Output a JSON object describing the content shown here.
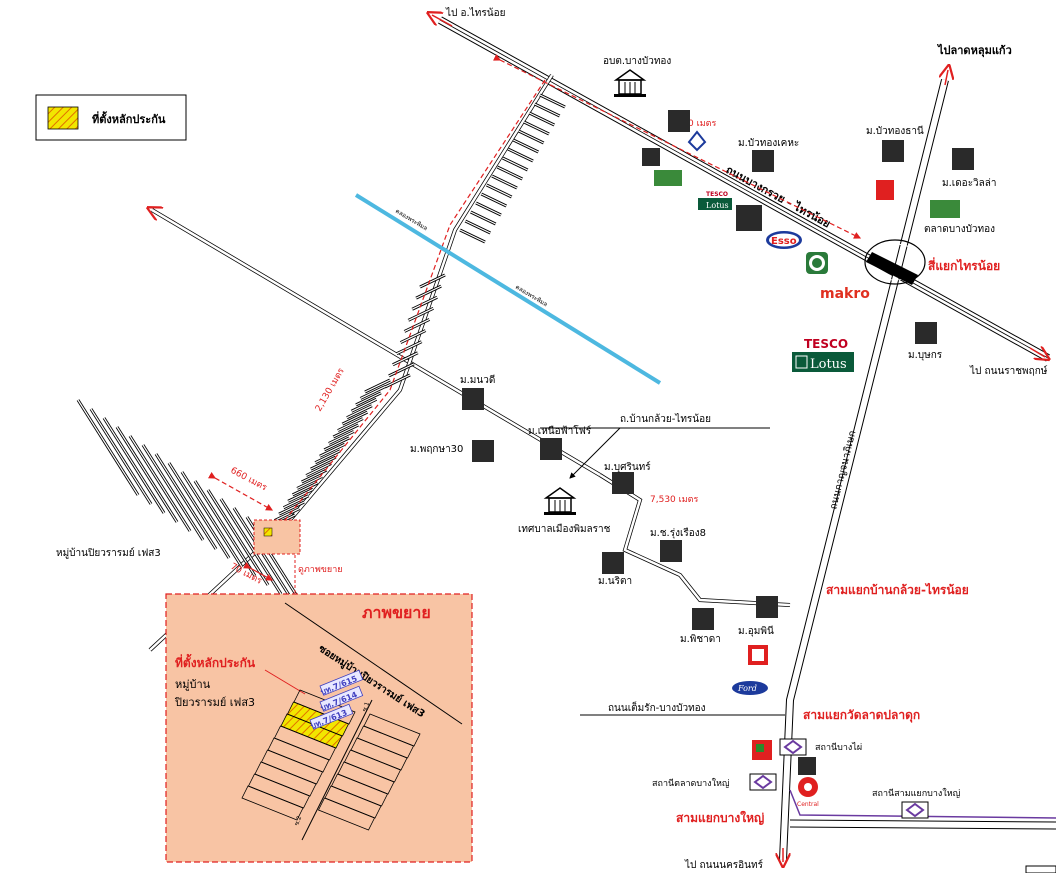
{
  "legend": {
    "label": "ที่ตั้งหลักประกัน"
  },
  "directions": {
    "to_sainoi": "ไป อ.ไทรน้อย",
    "to_lat_lum_kaeo": "ไปลาดหลุมแก้ว",
    "to_ratchaphruek": "ไป ถนนราชพฤกษ์",
    "to_nakhon_in": "ไป ถนนนครอินทร์"
  },
  "roads": {
    "bang_kruai_sai_noi": "ถนนบางกรวย - ไทรน้อย",
    "kanchanaphisek": "ถนนกาญจนาภิเษก",
    "bang_kluai_sai_noi_road": "ถ.บ้านกล้วย-ไทรน้อย",
    "tem_rak_bang_bua_thong": "ถนนเต็มรัก-บางบัวทอง",
    "canal_1": "คลองพระพิมล",
    "canal_2": "คลองพระพิมล",
    "soi_piyawarom": "ซอยหมู่บ้านปิยวรารมย์ เฟส3"
  },
  "intersections": {
    "sainoi": "สี่แยกไทรน้อย",
    "ban_kluai": "สามแยกบ้านกล้วย-ไทรน้อย",
    "wat_lat_pla_duk": "สามแยกวัดลาดปลาดุก",
    "bang_yai": "สามแยกบางใหญ่"
  },
  "distances": {
    "d6920": "6,920 เมตร",
    "d7530": "7,530 เมตร",
    "d2130": "2,130 เมตร",
    "d660": "660 เมตร",
    "d70": "70 เมตร"
  },
  "places": {
    "obt": "อบต.บางบัวทอง",
    "bua_thong_kheha": "ม.บัวทองเคหะ",
    "bua_thong_thani": "ม.บัวทองธานี",
    "the_villa": "ม.เดอะวิลล่า",
    "talat_bang_bua_thong": "ตลาดบางบัวทอง",
    "buthorn": "ม.บุษกร",
    "mannawadee": "ม.มนวดี",
    "nuea_fah": "ม.เหนือฟ้าโฟร์",
    "phruksa": "ม.พฤกษา30",
    "burin": "ม.บุศรินทร์",
    "municipality": "เทศบาลเมืองพิมลราช",
    "rung_rueang": "ม.ช.รุ่งเรือง8",
    "narita": "ม.นริตา",
    "phichada": "ม.พิชาดา",
    "umphini": "ม.อุมพินี",
    "piyawarom": "หมู่บ้านปิยวรารมย์ เฟส3",
    "station_bang_phai": "สถานีบางไผ่",
    "station_talat_bang_yai": "สถานีตลาดบางใหญ่",
    "station_sam_yaek_bang_yai": "สถานีสามแยกบางใหญ่"
  },
  "brands": {
    "tesco_small_top": "TESCO",
    "lotus_small": "Lotus",
    "esso": "Esso",
    "makro": "makro",
    "tesco": "TESCO",
    "lotus": "Lotus",
    "ford": "Ford",
    "central": "Central"
  },
  "enlarge": {
    "title": "ภาพขยาย",
    "callout": "ดูภาพขยาย",
    "collateral": "ที่ตั้งหลักประกัน",
    "village": "หมู่บ้าน",
    "village_name": "ปิยวรารมย์ เฟส3",
    "plot1": "บท.7/615",
    "plot2": "บท.7/614",
    "plot3": "บท.7/613",
    "soi1": "ซ.1",
    "soi2": "ซ.2"
  },
  "colors": {
    "red": "#e02020",
    "canal": "#4db8e0",
    "enlarge_bg": "#f8c4a4",
    "hatch": "#f2e600",
    "plot_label": "#4040c0",
    "makro_red": "#e03020",
    "esso_blue": "#1c3a9c",
    "rail_purple": "#6a3aa0"
  }
}
